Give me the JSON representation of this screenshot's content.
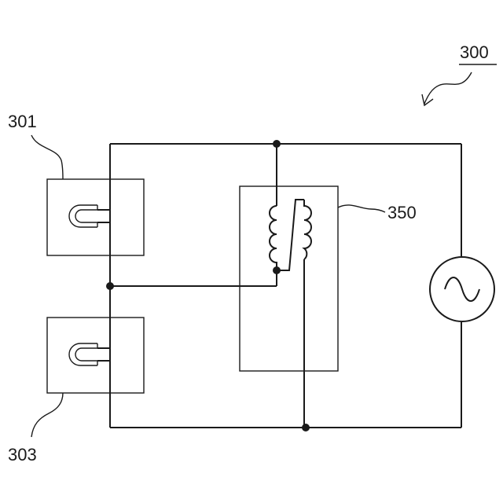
{
  "labels": {
    "system": "300",
    "lamp_top": "301",
    "lamp_bottom": "303",
    "relay": "350"
  },
  "components": {
    "lamp_top_icon": "lamp-icon",
    "lamp_bottom_icon": "lamp-icon",
    "relay_icon": "relay-coil-icon",
    "source_icon": "ac-source-icon"
  }
}
